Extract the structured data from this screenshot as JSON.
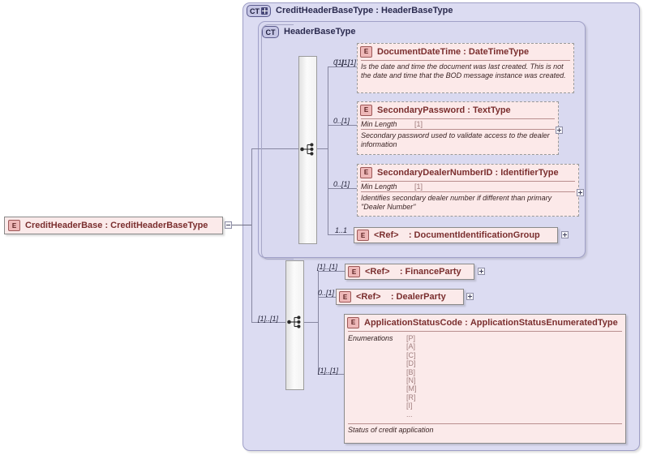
{
  "diagram": {
    "type": "xsd-schema-diagram",
    "root_element": {
      "badge": "E",
      "name": "CreditHeaderBase",
      "separator": ":",
      "type": "CreditHeaderBaseType",
      "expander": "minus"
    },
    "outer_container": {
      "badge": "CT",
      "badge_state": "plus",
      "title": "CreditHeaderBaseType : HeaderBaseType"
    },
    "inner_container": {
      "badge": "CT",
      "badge_state": "none",
      "title": "HeaderBaseType"
    },
    "compositors": [
      {
        "name": "sequence-top",
        "mult": "[1]..[1]"
      },
      {
        "name": "sequence-bottom",
        "mult": "[1]..[1]"
      }
    ],
    "inner_children": [
      {
        "mult": "0..[1]",
        "badge": "E",
        "name": "DocumentDateTime",
        "separator": ":",
        "type": "DateTimeType",
        "style": "dashed",
        "facet_label": "",
        "facet_value": "",
        "annotation": "Is the date and time the document was last created. This is not the date and time that the BOD message instance was created.",
        "expander": "none"
      },
      {
        "mult": "0..[1]",
        "badge": "E",
        "name": "SecondaryPassword",
        "separator": ":",
        "type": "TextType",
        "style": "dashed",
        "facet_label": "Min Length",
        "facet_value": "[1]",
        "annotation": "Secondary password used to validate access to the dealer information",
        "expander": "plus"
      },
      {
        "mult": "0..[1]",
        "badge": "E",
        "name": "SecondaryDealerNumberID",
        "separator": ":",
        "type": "IdentifierType",
        "style": "dashed",
        "facet_label": "Min Length",
        "facet_value": "[1]",
        "annotation": "Identifies secondary dealer number if different than primary \"Dealer Number\"",
        "expander": "plus"
      },
      {
        "mult": "1..1",
        "badge": "E",
        "name": "<Ref>",
        "separator": ":",
        "type": "DocumentIdentificationGroup",
        "style": "solid",
        "expander": "plus"
      }
    ],
    "outer_children": [
      {
        "mult": "[1]..[1]",
        "badge": "E",
        "name": "<Ref>",
        "separator": ":",
        "type": "FinanceParty",
        "style": "solid",
        "expander": "plus"
      },
      {
        "mult": "0..[1]",
        "badge": "E",
        "name": "<Ref>",
        "separator": ":",
        "type": "DealerParty",
        "style": "solid",
        "expander": "plus"
      },
      {
        "mult": "[1]..[1]",
        "badge": "E",
        "name": "ApplicationStatusCode",
        "separator": ":",
        "type": "ApplicationStatusEnumeratedType",
        "style": "solid",
        "enum_label": "Enumerations",
        "enum_values": "[P]\n[A]\n[C]\n[D]\n[B]\n[N]\n[M]\n[R]\n[I]\n...",
        "annotation": "Status of credit application",
        "expander": "none"
      }
    ],
    "colors": {
      "container_fill": "#dcdcf2",
      "container_border": "#9f9fc6",
      "element_fill": "#fbeaea",
      "element_border": "#8a8a8a",
      "element_text": "#7a2e2e",
      "badge_fill": "#eeb8b8",
      "compositor_bar": "#f2f2f2",
      "connector": "#6e6e82"
    }
  }
}
